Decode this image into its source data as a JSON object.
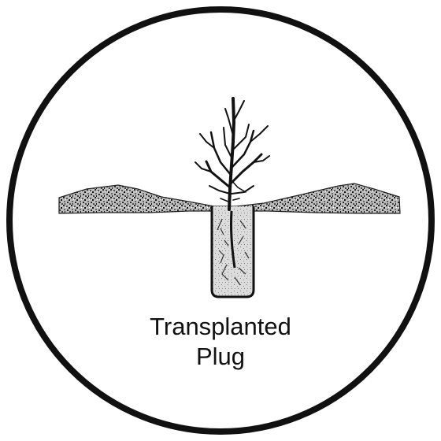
{
  "caption": {
    "line1": "Transplanted",
    "line2": "Plug"
  },
  "colors": {
    "stroke": "#111111",
    "background": "#ffffff",
    "soil_dark": "#3a3a3a",
    "soil_light": "#cfcfcf",
    "plug_fill": "#d6d6d6"
  },
  "icons": {
    "frame": "circle-frame",
    "plant": "seedling-icon",
    "container": "plug-icon"
  }
}
